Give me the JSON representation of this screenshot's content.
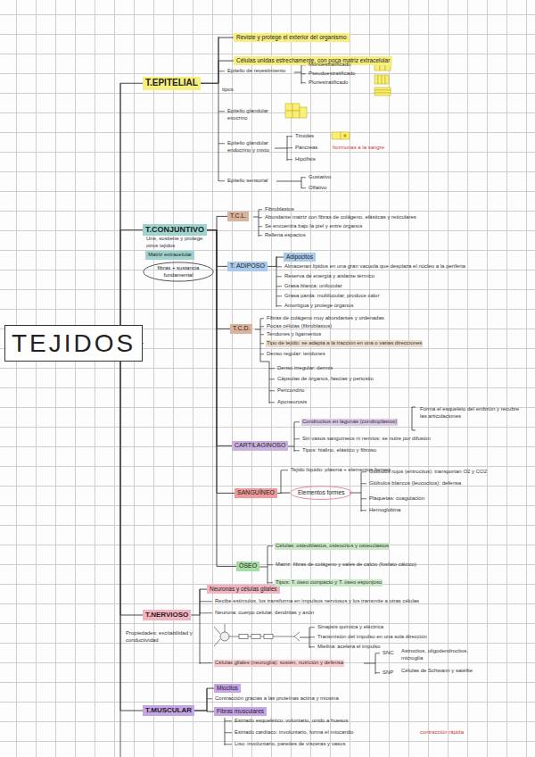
{
  "diagram": {
    "nodes": [
      {
        "text": [
          "TEJIDOS"
        ]
      },
      {
        "text": [
          "T.EPITELIAL"
        ]
      },
      {
        "text": [
          "Reviste y protege el exterior del organismo"
        ]
      },
      {
        "text": [
          "Células unidas estrechamente, con poca matriz extracelular"
        ]
      },
      {
        "text": [
          "T.CONJUNTIVO"
        ]
      },
      {
        "text": [
          "Matriz extracelular"
        ]
      },
      {
        "text": [
          "fibras + sustancia fundamental"
        ]
      },
      {
        "text": [
          "T.C.L."
        ]
      },
      {
        "text": [
          "T. ADIPOSO"
        ]
      },
      {
        "text": [
          "Adipocitos"
        ]
      },
      {
        "text": [
          "T.C.D."
        ]
      },
      {
        "text": [
          "CARTILAGINOSO"
        ]
      },
      {
        "text": [
          "SANGUÍNEO"
        ]
      },
      {
        "text": [
          "Elementos formes"
        ]
      },
      {
        "text": [
          "ÓSEO"
        ]
      },
      {
        "text": [
          "T.NERVIOSO"
        ]
      },
      {
        "text": [
          "Neuronas y células gliales"
        ]
      },
      {
        "text": [
          "T.MUSCULAR"
        ]
      },
      {
        "text": [
          "Miocitos"
        ]
      },
      {
        "text": [
          "Fibras musculares"
        ]
      }
    ],
    "edges": [
      {
        "from": 0,
        "to": 1,
        "arrow": "none"
      },
      {
        "from": 0,
        "to": 4,
        "arrow": "none"
      },
      {
        "from": 0,
        "to": 15,
        "arrow": "none"
      },
      {
        "from": 0,
        "to": 17,
        "arrow": "none"
      },
      {
        "from": 1,
        "to": 2,
        "arrow": "none"
      },
      {
        "from": 1,
        "to": 3,
        "arrow": "none"
      },
      {
        "from": 4,
        "to": 7,
        "arrow": "none"
      },
      {
        "from": 4,
        "to": 8,
        "arrow": "none"
      },
      {
        "from": 4,
        "to": 10,
        "arrow": "none"
      },
      {
        "from": 4,
        "to": 11,
        "arrow": "none"
      },
      {
        "from": 4,
        "to": 12,
        "arrow": "none"
      },
      {
        "from": 4,
        "to": 14,
        "arrow": "none"
      },
      {
        "from": 8,
        "to": 9,
        "arrow": "none"
      },
      {
        "from": 12,
        "to": 13,
        "arrow": "none"
      },
      {
        "from": 15,
        "to": 16,
        "arrow": "none"
      },
      {
        "from": 17,
        "to": 18,
        "arrow": "none"
      },
      {
        "from": 17,
        "to": 19,
        "arrow": "none"
      }
    ],
    "labels": [
      "tipos",
      "Epitelio de revestimiento",
      "Monoestratificado",
      "Pseudoestratificado",
      "Pluriestratificado",
      "Epitelio glandular",
      "exocrino",
      "Epitelio glandular",
      "endocrino y mixto",
      "Tiroides",
      "Páncreas",
      "Hipófisis",
      "hormonas a la sangre",
      "Epitelio sensorial",
      "Gustativo",
      "Olfativo",
      "Une, sostiene y protege otros tejidos",
      "Fibroblastos",
      "Abundante matriz con fibras de colágeno, elásticas y reticulares",
      "Se encuentra bajo la piel y entre órganos",
      "Rellena espacios",
      "Almacenan lípidos en una gran vacuola que desplaza el núcleo a la periferia",
      "Reserva de energía y aislante térmico",
      "Grasa blanca: unilocular",
      "Grasa parda: multilocular, produce calor",
      "Amortigua y protege órganos",
      "Fibras de colágeno muy abundantes y ordenadas",
      "Pocas células (fibroblastos)",
      "Tendones y ligamentos",
      "Tipo de tejido: se adapta a la tracción en una o varias direcciones",
      "Denso regular: tendones",
      "Denso irregular: dermis",
      "Cápsulas de órganos, fascias y periostio",
      "Pericondrio",
      "Aponeurosis",
      "Condrocitos en lagunas (condroplastos)",
      "Sin vasos sanguíneos ni nervios; se nutre por difusión",
      "Tipos: hialino, elástico y fibroso",
      "Forma el esqueleto del embrión y recubre las articulaciones",
      "Tejido líquido: plasma + elementos formes",
      "Glóbulos rojos (eritrocitos): transportan O2 y CO2",
      "Glóbulos blancos (leucocitos): defensa",
      "Plaquetas: coagulación",
      "Hemoglobina",
      "Células: osteoblastos, osteocitos y osteoclastos",
      "Matriz: fibras de colágeno y sales de calcio (fosfato cálcico)",
      "Tipos: T. óseo compacto y T. óseo esponjoso",
      "Recibe estímulos, los transforma en impulsos nerviosos y los transmite a otras células",
      "Neurona: cuerpo celular, dendritas y axón",
      "Sinapsis química y eléctrica",
      "Transmisión del impulso en una sola dirección",
      "Mielina: acelera el impulso",
      "Células gliales (neuroglía): sostén, nutrición y defensa",
      "SNC",
      "SNP",
      "Astrocitos, oligodendrocitos, microglía",
      "Células de Schwann y satélite",
      "Propiedades: excitabilidad y conductividad",
      "Contracción gracias a las proteínas actina y miosina",
      "Estriado esquelético: voluntario, unido a huesos",
      "Estriado cardíaco: involuntario, forma el miocardio",
      "Liso: involuntario, paredes de vísceras y vasos",
      "contracción rápida"
    ]
  }
}
